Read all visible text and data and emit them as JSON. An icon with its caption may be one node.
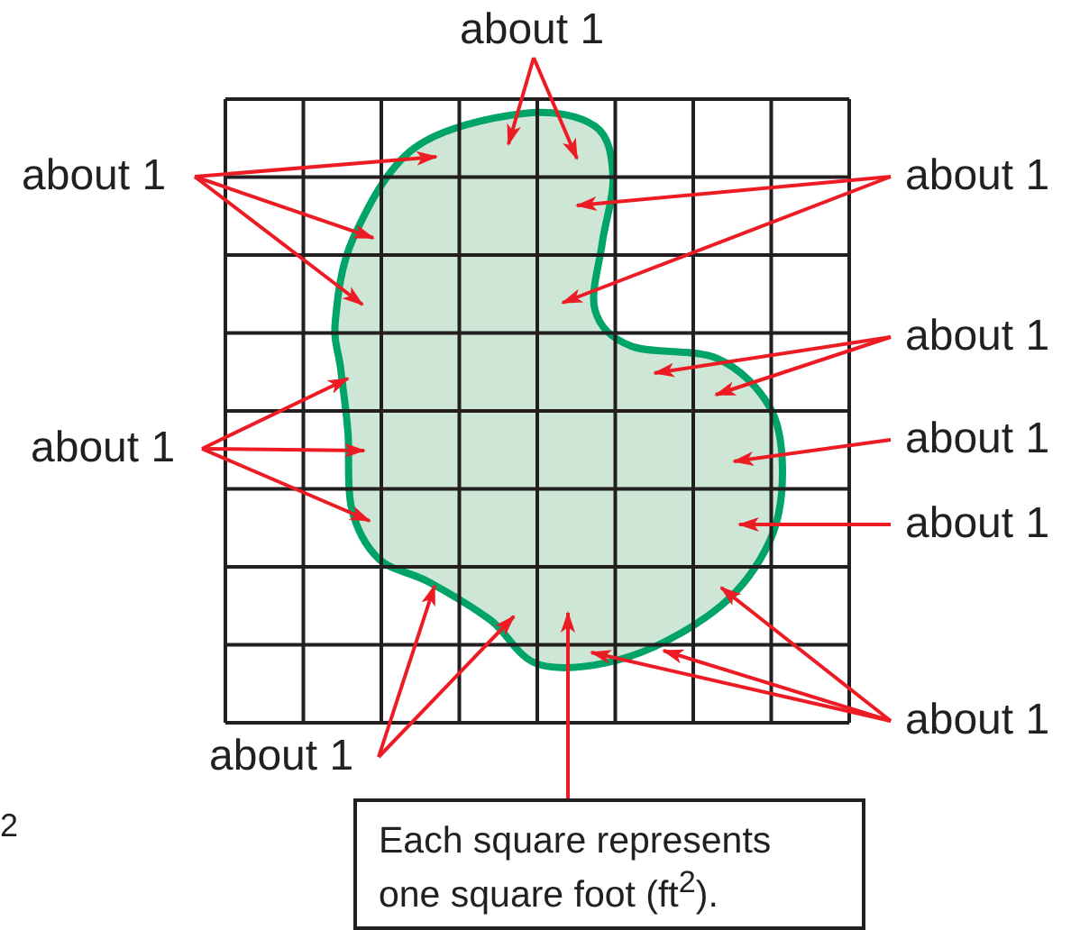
{
  "diagram": {
    "nodes": [
      {
        "text": [
          "about 1"
        ]
      },
      {
        "text": [
          "about 1"
        ]
      },
      {
        "text": [
          "about 1"
        ]
      },
      {
        "text": [
          "about 1"
        ]
      },
      {
        "text": [
          "about 1"
        ]
      },
      {
        "text": [
          "about 1"
        ]
      },
      {
        "text": [
          "about 1"
        ]
      },
      {
        "text": [
          "about 1"
        ]
      },
      {
        "text": [
          "about 1"
        ]
      },
      {
        "text": [
          "Each square represents one square foot (ft$^{2}$)."
        ]
      }
    ],
    "edges": [
      {
        "from": 0,
        "to": null,
        "arrow": "to"
      },
      {
        "from": 0,
        "to": null,
        "arrow": "to"
      },
      {
        "from": 1,
        "to": null,
        "arrow": "to"
      },
      {
        "from": 1,
        "to": null,
        "arrow": "to"
      },
      {
        "from": 1,
        "to": null,
        "arrow": "to"
      },
      {
        "from": 2,
        "to": null,
        "arrow": "to"
      },
      {
        "from": 2,
        "to": null,
        "arrow": "to"
      },
      {
        "from": 3,
        "to": null,
        "arrow": "to"
      },
      {
        "from": 3,
        "to": null,
        "arrow": "to"
      },
      {
        "from": 4,
        "to": null,
        "arrow": "to"
      },
      {
        "from": 4,
        "to": null,
        "arrow": "to"
      },
      {
        "from": 4,
        "to": null,
        "arrow": "to"
      },
      {
        "from": 5,
        "to": null,
        "arrow": "to"
      },
      {
        "from": 6,
        "to": null,
        "arrow": "to"
      },
      {
        "from": 7,
        "to": null,
        "arrow": "to"
      },
      {
        "from": 7,
        "to": null,
        "arrow": "to"
      },
      {
        "from": 7,
        "to": null,
        "arrow": "to"
      },
      {
        "from": 8,
        "to": null,
        "arrow": "to"
      },
      {
        "from": 8,
        "to": null,
        "arrow": "to"
      },
      {
        "from": 9,
        "to": null,
        "arrow": "to"
      }
    ],
    "labels": [
      "2"
    ]
  }
}
